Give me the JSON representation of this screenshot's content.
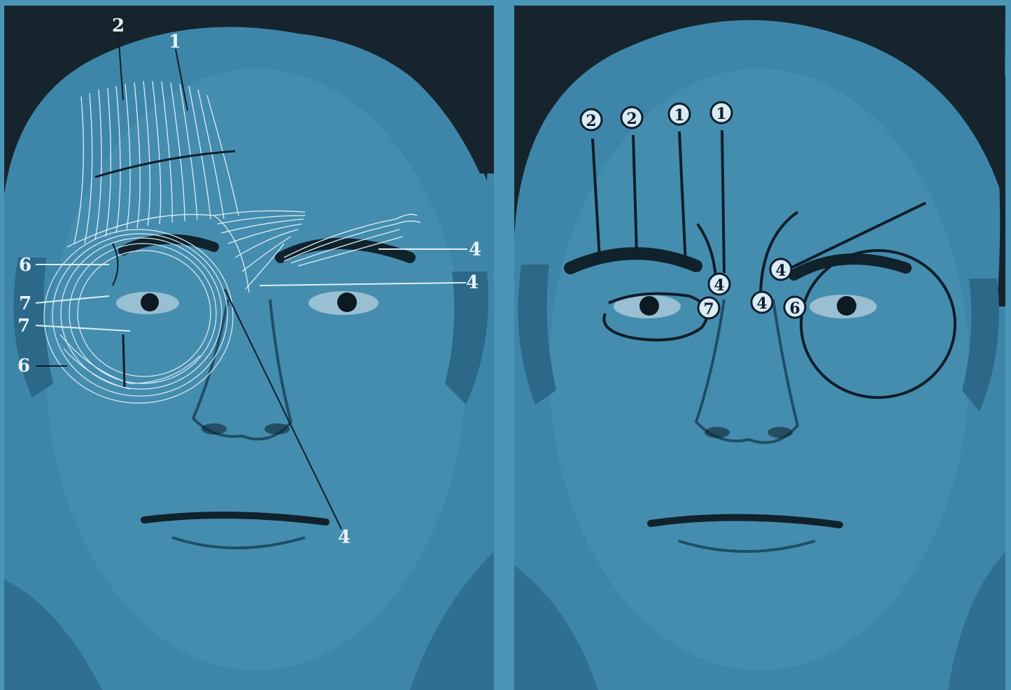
{
  "left_panel": {
    "labels": {
      "l1": "1",
      "l2": "2",
      "l4a": "4",
      "l4b": "4",
      "l4c": "4",
      "l6a": "6",
      "l6b": "6",
      "l7a": "7",
      "l7b": "7"
    }
  },
  "right_panel": {
    "markers": {
      "m2a": "2",
      "m2b": "2",
      "m1a": "1",
      "m1b": "1",
      "m4a": "4",
      "m4b": "4",
      "m4c": "4",
      "m7": "7",
      "m6": "6"
    }
  },
  "colors": {
    "background": "#4a95b6",
    "photo_tint": "#3a7fa2",
    "ink": "#0e1e2a",
    "label_light": "#e8f2f7"
  }
}
